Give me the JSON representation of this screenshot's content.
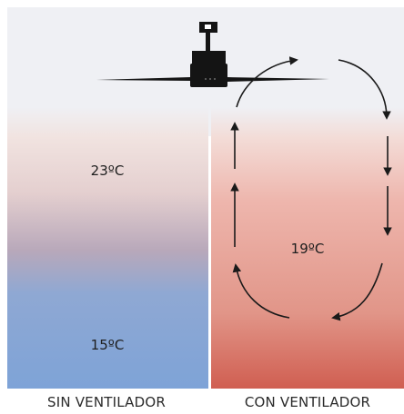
{
  "panels": {
    "left": {
      "top_temp": "23ºC",
      "bottom_temp": "15ºC",
      "caption": "SIN VENTILADOR"
    },
    "right": {
      "mid_temp": "19ºC",
      "caption": "CON VENTILADOR"
    }
  },
  "colors": {
    "ceiling_bg": "#eff0f4",
    "left_warm": "#f1e3e0",
    "left_mid": "#b6a7b9",
    "left_cool": "#7ea3d7",
    "right_top": "#f3dbd6",
    "right_mid": "#e7a39a",
    "right_bottom": "#d05e51",
    "fan": "#141414",
    "arrows": "#1a1a1a"
  },
  "icons": [
    "ceiling-fan-icon",
    "airflow-arrow-icon"
  ]
}
